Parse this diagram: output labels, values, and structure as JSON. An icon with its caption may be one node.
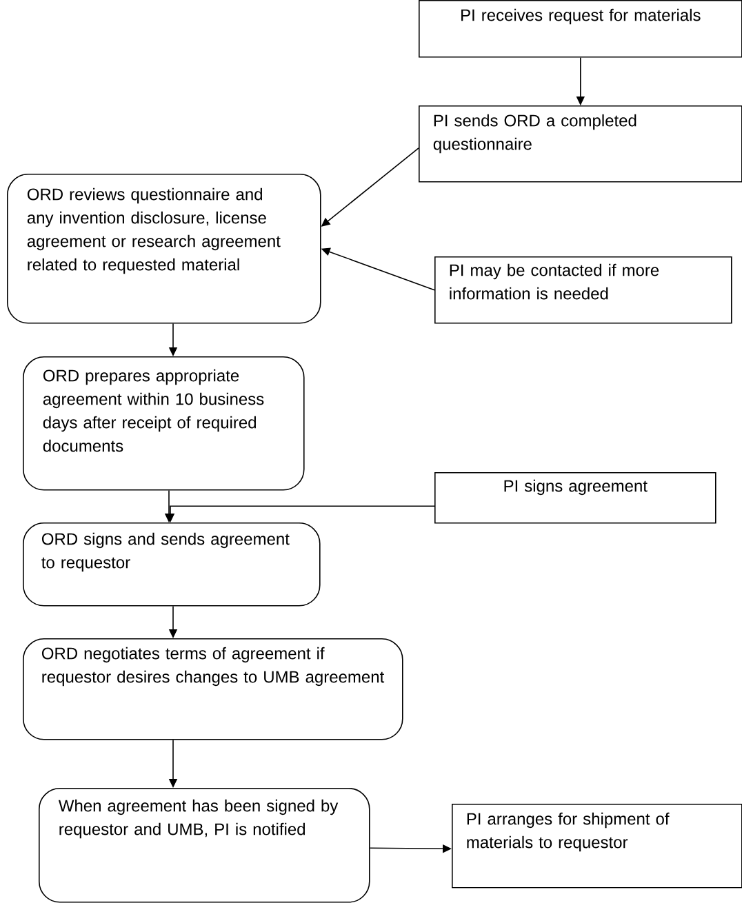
{
  "diagram": {
    "nodes": [
      {
        "text": [
          "PI receives request for materials"
        ]
      },
      {
        "text": [
          "PI sends ORD a completed questionnaire"
        ]
      },
      {
        "text": [
          "ORD reviews questionnaire and any invention disclosure, license agreement or research agreement related to requested material"
        ]
      },
      {
        "text": [
          "PI may be contacted if more information is needed"
        ]
      },
      {
        "text": [
          "ORD prepares appropriate agreement within 10 business days after receipt of required documents"
        ]
      },
      {
        "text": [
          "PI signs agreement"
        ]
      },
      {
        "text": [
          "ORD signs and sends agreement to requestor"
        ]
      },
      {
        "text": [
          "ORD negotiates terms of agreement if requestor desires changes to UMB agreement"
        ]
      },
      {
        "text": [
          "When agreement has been signed by requestor and UMB, PI is notified"
        ]
      },
      {
        "text": [
          "PI arranges for shipment of materials to requestor"
        ]
      }
    ],
    "edges": [
      {
        "from": 0,
        "to": 1,
        "arrow": "to"
      },
      {
        "from": 1,
        "to": 2,
        "arrow": "to"
      },
      {
        "from": 3,
        "to": 2,
        "arrow": "to"
      },
      {
        "from": 2,
        "to": 4,
        "arrow": "to"
      },
      {
        "from": 4,
        "to": 6,
        "arrow": "to"
      },
      {
        "from": 5,
        "to": 6,
        "arrow": "to"
      },
      {
        "from": 6,
        "to": 7,
        "arrow": "to"
      },
      {
        "from": 7,
        "to": 8,
        "arrow": "to"
      },
      {
        "from": 8,
        "to": 9,
        "arrow": "to"
      }
    ]
  }
}
